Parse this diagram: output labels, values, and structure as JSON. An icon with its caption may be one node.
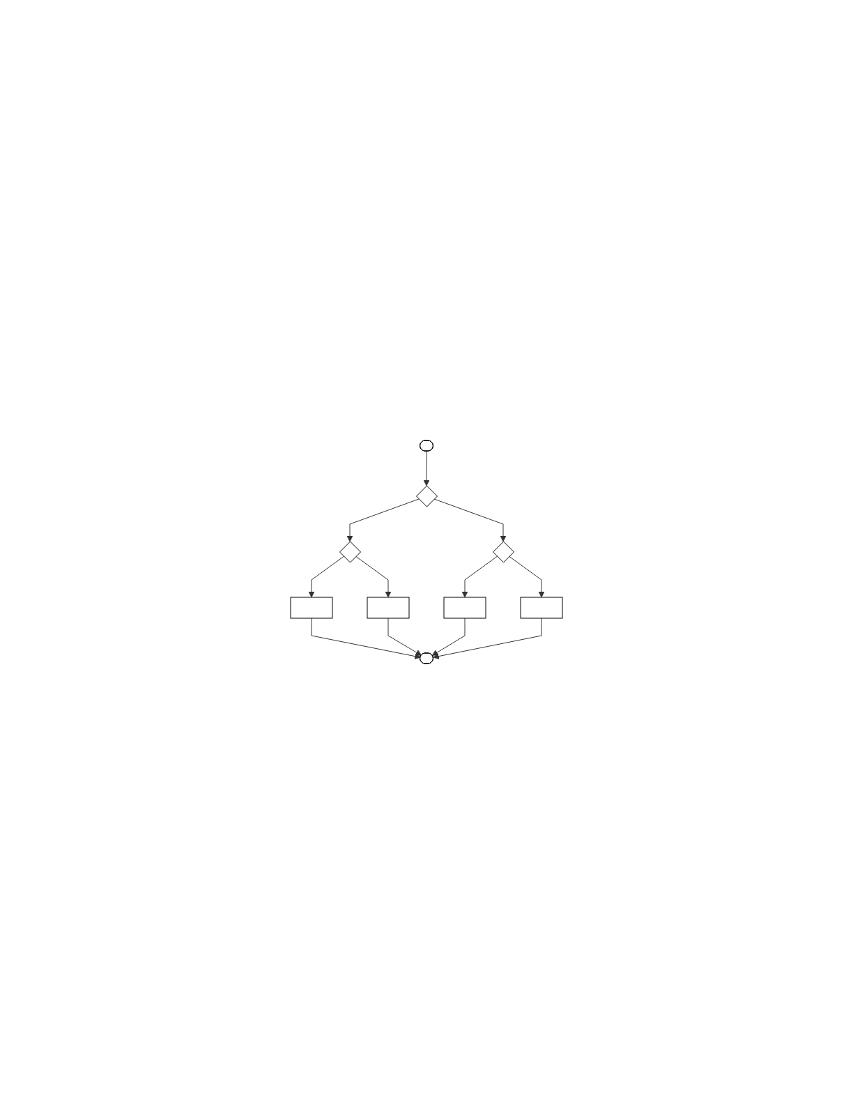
{
  "diagram": {
    "nodes": [
      {
        "text": [],
        "shape": "oval"
      },
      {
        "text": [],
        "shape": "diamond"
      },
      {
        "text": [],
        "shape": "diamond"
      },
      {
        "text": [],
        "shape": "box"
      },
      {
        "text": [],
        "shape": "box"
      },
      {
        "text": [],
        "shape": "diamond"
      },
      {
        "text": [],
        "shape": "box"
      },
      {
        "text": [],
        "shape": "box"
      },
      {
        "text": [],
        "shape": "oval"
      }
    ],
    "edges": [
      {
        "from": 0,
        "to": 1,
        "arrow": "to"
      },
      {
        "from": 1,
        "to": 2,
        "arrow": "to"
      },
      {
        "from": 2,
        "to": 3,
        "arrow": "to"
      },
      {
        "from": 2,
        "to": 4,
        "arrow": "to"
      },
      {
        "from": 1,
        "to": 5,
        "arrow": "to"
      },
      {
        "from": 5,
        "to": 6,
        "arrow": "to"
      },
      {
        "from": 5,
        "to": 7,
        "arrow": "to"
      },
      {
        "from": 3,
        "to": 8,
        "arrow": "to"
      },
      {
        "from": 4,
        "to": 8,
        "arrow": "to"
      },
      {
        "from": 6,
        "to": 8,
        "arrow": "to"
      },
      {
        "from": 7,
        "to": 8,
        "arrow": "to"
      }
    ]
  }
}
